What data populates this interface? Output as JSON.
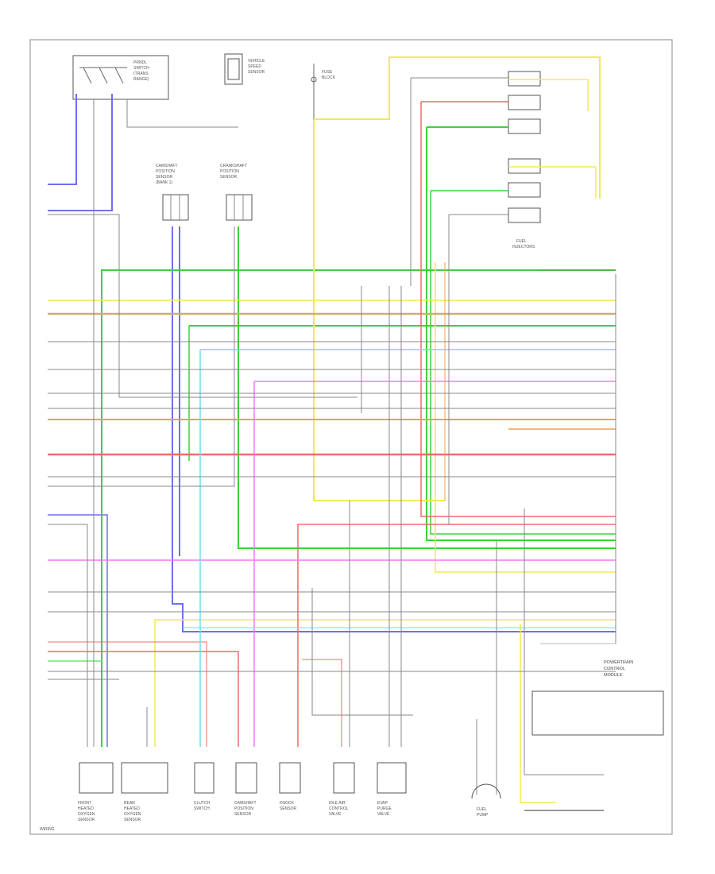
{
  "labels": {
    "top_switch": [
      "PRNDL",
      "SWITCH",
      "(TRANS",
      "RANGE)"
    ],
    "top_sensor": [
      "VEHICLE",
      "SPEED",
      "SENSOR"
    ],
    "top_fuse": [
      "FUSE",
      "BLOCK"
    ],
    "camshaft_1": [
      "CAMSHAFT",
      "POSITION",
      "SENSOR",
      "(BANK 1)"
    ],
    "camshaft_2": [
      "CRANKSHAFT",
      "POSITION",
      "SENSOR"
    ],
    "injectors": [
      "FUEL",
      "INJECTORS"
    ],
    "pcm_title": [
      "POWERTRAIN",
      "CONTROL",
      "MODULE"
    ],
    "bottom_components": [
      [
        "FRONT",
        "HEATED",
        "OXYGEN",
        "SENSOR"
      ],
      [
        "REAR",
        "HEATED",
        "OXYGEN",
        "SENSOR"
      ],
      [
        "CLUTCH",
        "SWITCH"
      ],
      [
        "CAMSHAFT",
        "POSITION",
        "SENSOR"
      ],
      [
        "KNOCK",
        "SENSOR"
      ],
      [
        "IDLE AIR",
        "CONTROL",
        "VALVE"
      ],
      [
        "EVAP",
        "PURGE",
        "VALVE"
      ]
    ],
    "fuel_pump": [
      "FUEL",
      "PUMP"
    ],
    "corner": "WIRING"
  },
  "colors": {
    "blue": "#6f6ff0",
    "green": "#3ad23a",
    "lime": "#66ee66",
    "yellow": "#f2ea52",
    "red": "#f26a6a",
    "orange": "#f2a044",
    "pink": "#f27af2",
    "cyan": "#74dcec",
    "tan": "#c8b070",
    "gray": "#888888",
    "black": "#333333"
  }
}
